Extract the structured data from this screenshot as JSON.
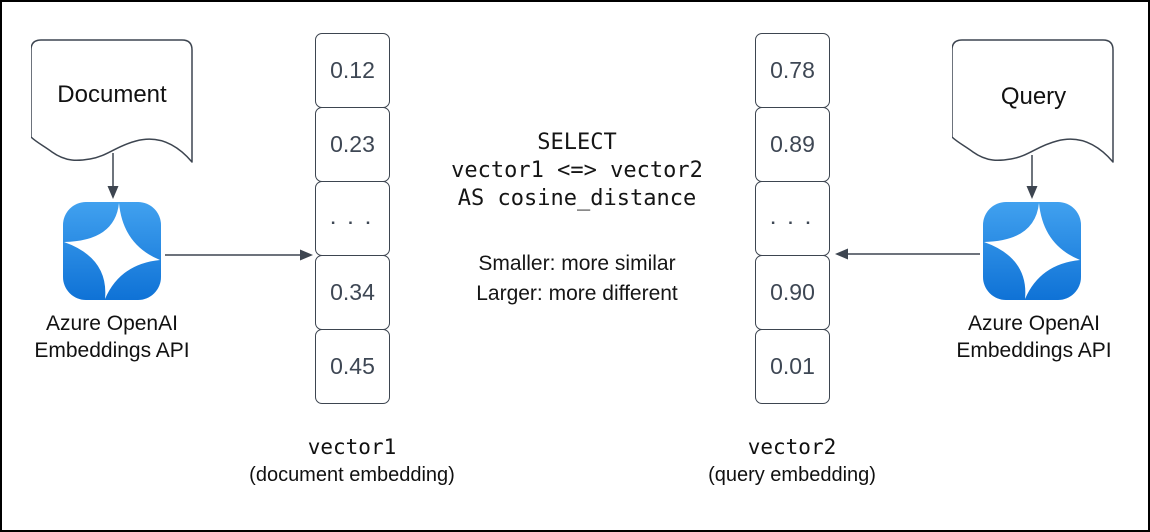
{
  "diagram": {
    "left": {
      "source_shape_label": "Document",
      "api_label_line1": "Azure OpenAI",
      "api_label_line2": "Embeddings API"
    },
    "right": {
      "source_shape_label": "Query",
      "api_label_line1": "Azure OpenAI",
      "api_label_line2": "Embeddings API"
    },
    "left_vector": {
      "values": [
        "0.12",
        "0.23",
        ". . .",
        "0.34",
        "0.45"
      ],
      "name": "vector1",
      "caption": "(document embedding)"
    },
    "right_vector": {
      "values": [
        "0.78",
        "0.89",
        ". . .",
        "0.90",
        "0.01"
      ],
      "name": "vector2",
      "caption": "(query embedding)"
    },
    "center": {
      "sql_line1": "SELECT",
      "sql_line2": "vector1 <=> vector2",
      "sql_line3": "AS cosine_distance",
      "note_line1": "Smaller: more similar",
      "note_line2": "Larger: more different"
    },
    "icons": {
      "left_api": "azure-openai-icon",
      "right_api": "azure-openai-icon"
    },
    "colors": {
      "icon_gradient_top": "#41a1ef",
      "icon_gradient_bottom": "#0f72d6",
      "stroke": "#3d4550",
      "number_text": "#3e4754",
      "frame_border": "#000000",
      "background": "#ffffff"
    }
  }
}
